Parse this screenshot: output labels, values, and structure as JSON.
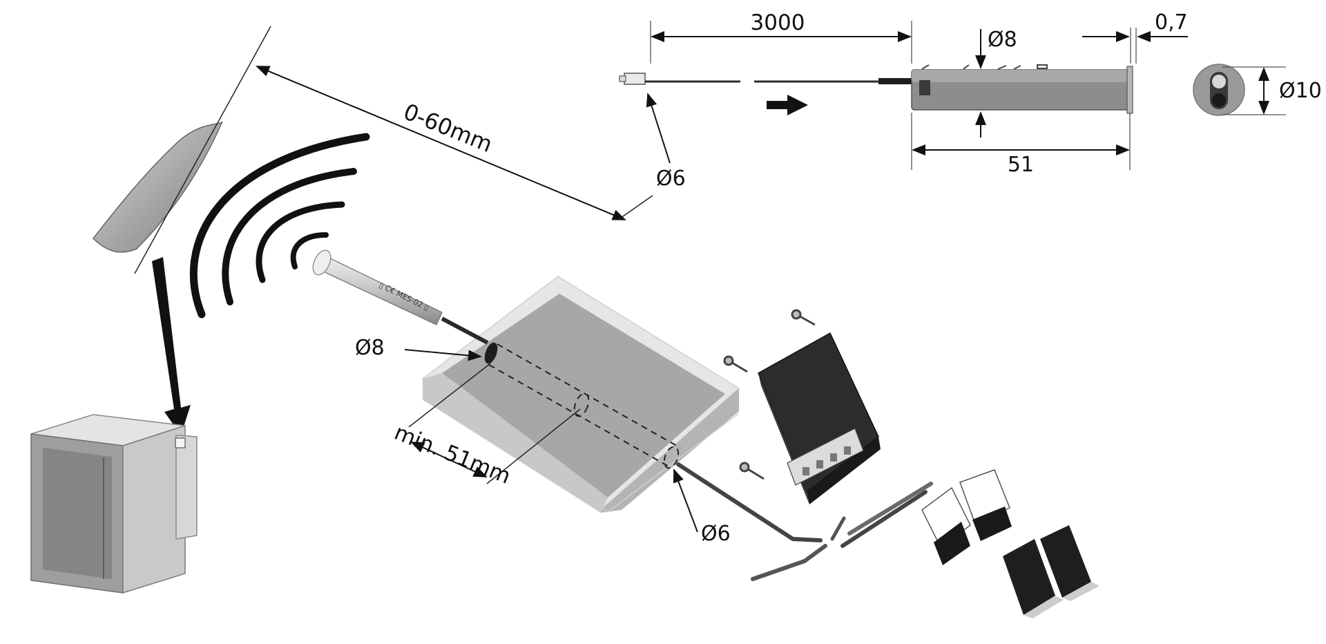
{
  "diagram": {
    "cable_length": "3000",
    "sensor_diameter_top": "Ø8",
    "end_cap_thickness": "0,7",
    "sensor_length": "51",
    "end_face_diameter": "Ø10",
    "connector_diameter_top": "Ø6",
    "detection_range": "0-60mm",
    "drill_diameter_sensor": "Ø8",
    "min_depth": "min. 51mm",
    "drill_diameter_cable": "Ø6"
  },
  "colors": {
    "ink": "#111111",
    "panel_top": "#e9e9e9",
    "panel_front": "#a9a9a9",
    "panel_side": "#d7d7d7",
    "box_dark": "#2c2c2c",
    "pad_black": "#1a1a1a"
  },
  "icons": {
    "motion_waves": "wave-arcs-icon",
    "direction_arrow": "arrow-right-icon",
    "drop_arrow": "arrow-down-icon"
  }
}
